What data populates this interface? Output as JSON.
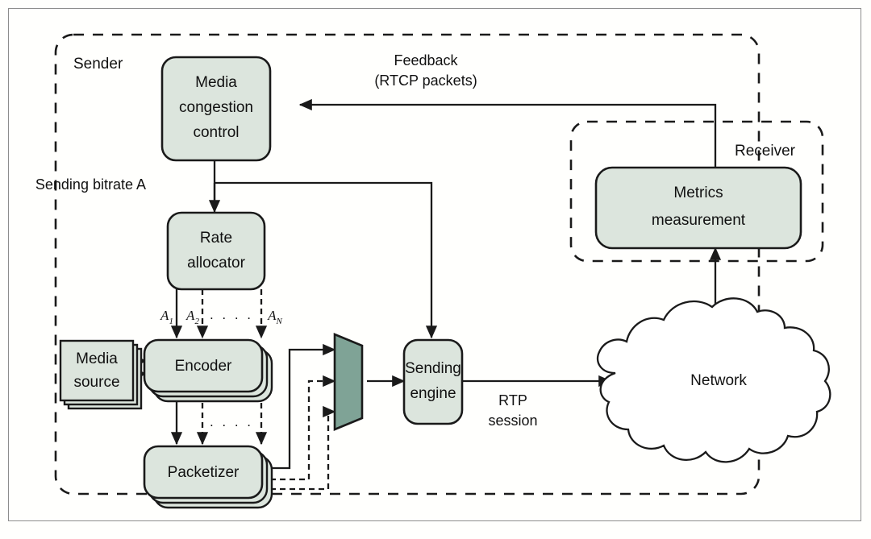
{
  "figure": {
    "title": "Media congestion control sender/receiver architecture",
    "caption": ""
  },
  "colors": {
    "box_fill": "#dce5dd",
    "box_stroke": "#1a1a1a",
    "mux_fill": "#7fa396",
    "cloud_fill": "#ffffff",
    "line": "#1a1a1a",
    "frame": "#8d8d8d",
    "page_bg": "#fffffd"
  },
  "zones": [
    {
      "id": "sender",
      "label": "Sender",
      "style": "dashed"
    },
    {
      "id": "receiver",
      "label": "Receiver",
      "style": "dashed"
    }
  ],
  "nodes": [
    {
      "id": "media-congestion-control",
      "label_lines": [
        "Media",
        "congestion",
        "control"
      ],
      "shape": "rounded-rect"
    },
    {
      "id": "rate-allocator",
      "label_lines": [
        "Rate",
        "allocator"
      ],
      "shape": "rounded-rect"
    },
    {
      "id": "media-source",
      "label_lines": [
        "Media",
        "source"
      ],
      "shape": "rect-stack"
    },
    {
      "id": "encoder",
      "label_lines": [
        "Encoder"
      ],
      "shape": "rounded-rect-stack"
    },
    {
      "id": "packetizer",
      "label_lines": [
        "Packetizer"
      ],
      "shape": "rounded-rect-stack"
    },
    {
      "id": "multiplexer",
      "label_lines": [],
      "shape": "trapezoid-mux"
    },
    {
      "id": "sending-engine",
      "label_lines": [
        "Sending",
        "engine"
      ],
      "shape": "rounded-rect"
    },
    {
      "id": "network",
      "label_lines": [
        "Network"
      ],
      "shape": "cloud"
    },
    {
      "id": "metrics-measurement",
      "label_lines": [
        "Metrics",
        "measurement"
      ],
      "shape": "rounded-rect"
    }
  ],
  "edge_labels": {
    "feedback_line1": "Feedback",
    "feedback_line2": "(RTCP packets)",
    "sending_bitrate": "Sending bitrate A",
    "rtp_line1": "RTP",
    "rtp_line2": "session",
    "rate_a1": "A",
    "rate_a1_sub": "1",
    "rate_a2": "A",
    "rate_a2_sub": "2",
    "rate_an": "A",
    "rate_an_sub": "N",
    "ellipsis": ". . . ."
  }
}
